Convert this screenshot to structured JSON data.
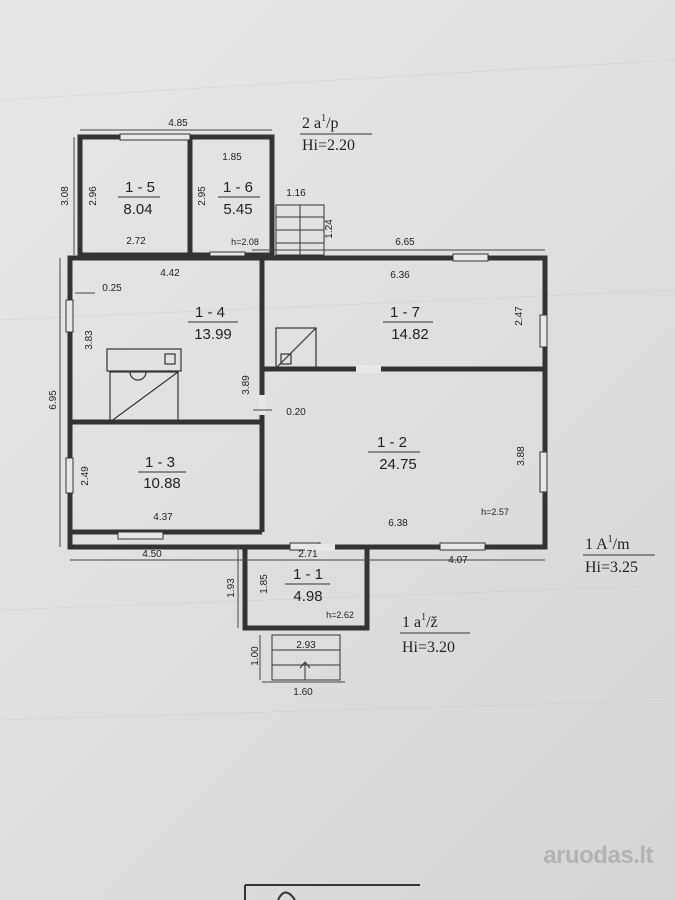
{
  "rooms": [
    {
      "id": "1 - 1",
      "area": "4.98"
    },
    {
      "id": "1 - 2",
      "area": "24.75"
    },
    {
      "id": "1 - 3",
      "area": "10.88"
    },
    {
      "id": "1 - 4",
      "area": "13.99"
    },
    {
      "id": "1 - 5",
      "area": "8.04"
    },
    {
      "id": "1 - 6",
      "area": "5.45"
    },
    {
      "id": "1 - 7",
      "area": "14.82"
    }
  ],
  "dimensions": {
    "d485": "4.85",
    "d185": "1.85",
    "d308": "3.08",
    "d296": "2.96",
    "d295": "2.95",
    "d272": "2.72",
    "d116": "1.16",
    "d124": "1.24",
    "d665": "6.65",
    "d442": "4.42",
    "d636": "6.36",
    "d025": "0.25",
    "d383": "3.83",
    "d247": "2.47",
    "d695": "6.95",
    "d389": "3.89",
    "d020": "0.20",
    "d249": "2.49",
    "d388": "3.88",
    "d437": "4.37",
    "d638": "6.38",
    "d450": "4.50",
    "d271": "2.71",
    "d407": "4.07",
    "d193": "1.93",
    "d185b": "1.85",
    "d100": "1.00",
    "d293": "2.93",
    "d160": "1.60"
  },
  "heights": {
    "h208": "h=2.08",
    "h257": "h=2.57",
    "h262": "h=2.62"
  },
  "annotations": {
    "top_letter": "2 a",
    "top_sup": "1",
    "top_suffix": "/p",
    "top_hi": "Hi=2.20",
    "main_letter": "1 A",
    "main_sup": "1",
    "main_suffix": "/m",
    "main_hi": "Hi=3.25",
    "porch_letter": "1 a",
    "porch_sup": "1",
    "porch_suffix": "/ž",
    "porch_hi": "Hi=3.20"
  },
  "watermark": "aruodas.lt",
  "colors": {
    "paper": "#e2e4e2",
    "ink": "#222222",
    "watermark": "#969696"
  }
}
